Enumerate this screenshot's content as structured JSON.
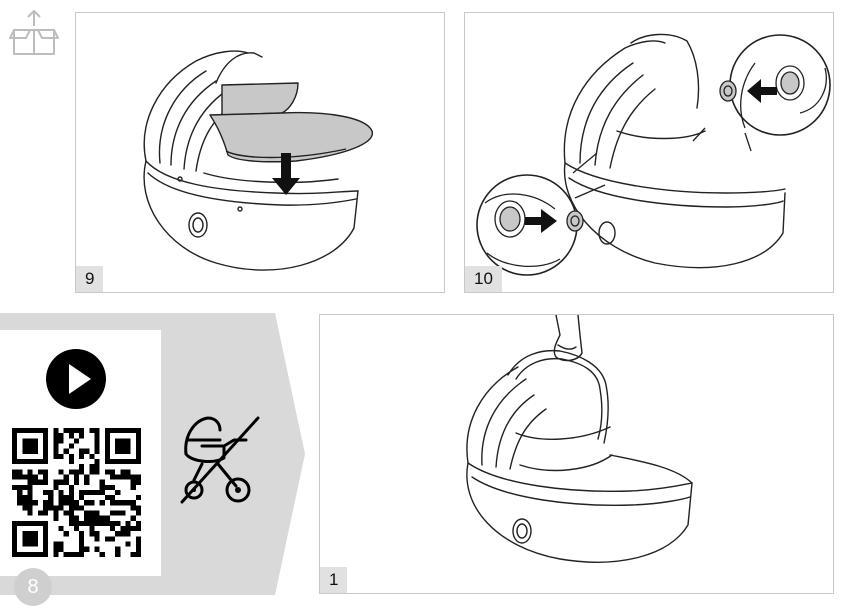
{
  "page_number": "8",
  "steps": [
    {
      "number": "9"
    },
    {
      "number": "10"
    },
    {
      "number": "1"
    }
  ],
  "icons": {
    "unbox": "box-open-arrow-icon",
    "play": "play-button-icon",
    "qr": "qr-code",
    "no_stroller": "stroller-crossed-out-icon"
  },
  "colors": {
    "banner_grey": "#d9d9d9",
    "panel_border": "#c9c9c9",
    "number_tab": "#e1e1e1",
    "cover_fill": "#c8c8c8"
  }
}
